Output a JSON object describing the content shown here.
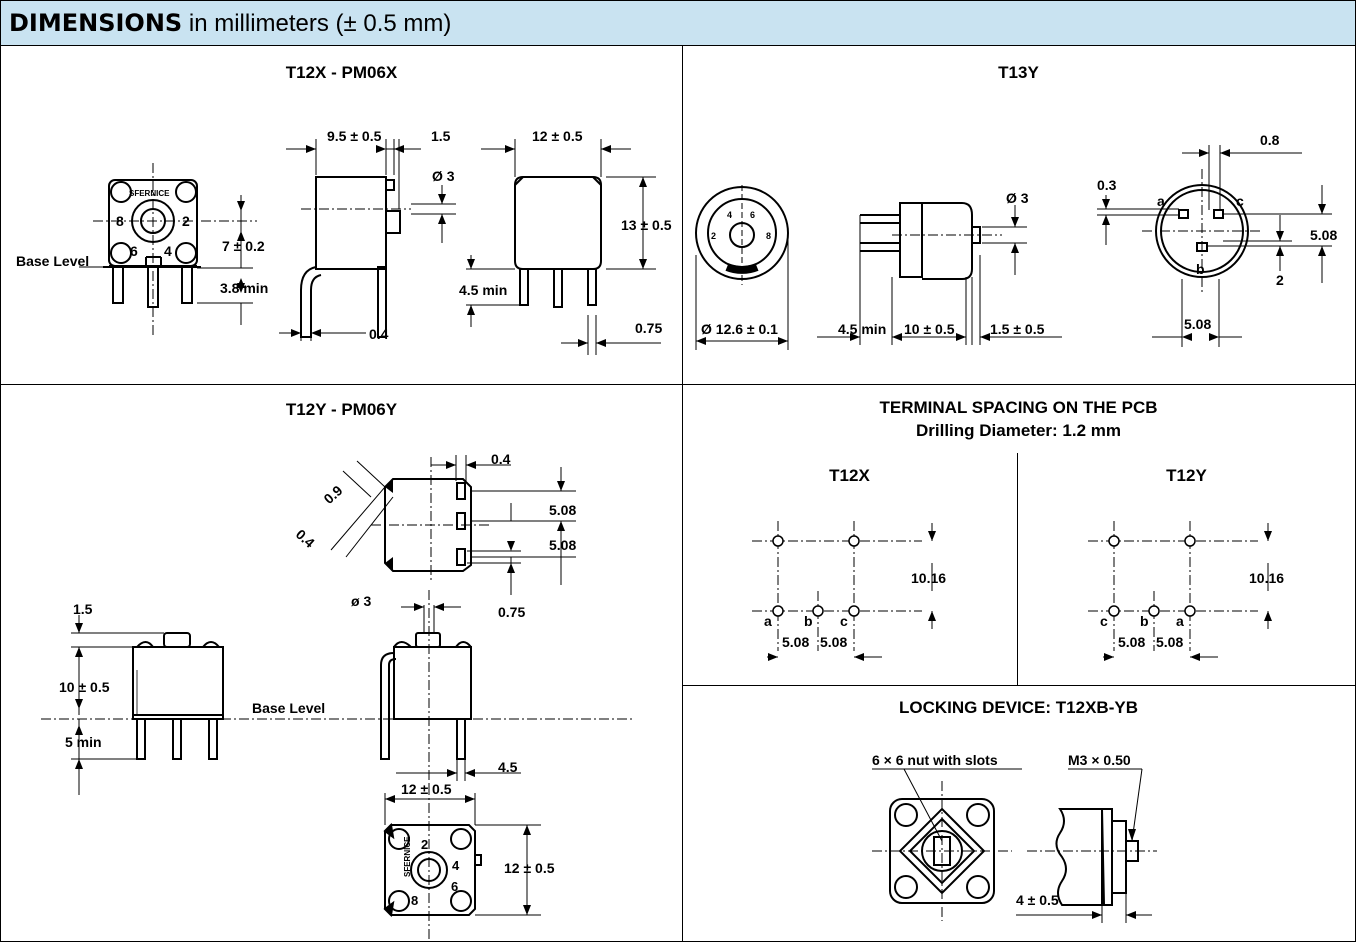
{
  "header": {
    "bold": "DIMENSIONS",
    "rest": " in millimeters (± 0.5 mm)"
  },
  "panel_t12x": {
    "title": "T12X - PM06X",
    "base_level": "Base Level",
    "dim_7": "7 ± 0.2",
    "dim_38": "3.8 min",
    "dim_95": "9.5 ± 0.5",
    "dim_15": "1.5",
    "dim_phi3": "Ø 3",
    "dim_04": "0.4",
    "dim_12": "12 ± 0.5",
    "dim_13": "13 ± 0.5",
    "dim_45": "4.5 min",
    "dim_075": "0.75",
    "brand": "SFERNICE",
    "dial": [
      "8",
      "2",
      "6",
      "4"
    ]
  },
  "panel_t13y": {
    "title": "T13Y",
    "dim_phi126": "Ø 12.6 ± 0.1",
    "dim_45": "4.5 min",
    "dim_10": "10 ± 0.5",
    "dim_15": "1.5 ± 0.5",
    "dim_phi3": "Ø 3",
    "dim_08": "0.8",
    "dim_03": "0.3",
    "dim_508a": "5.08",
    "dim_508b": "5.08",
    "dim_2": "2",
    "pin_a": "a",
    "pin_b": "b",
    "pin_c": "c",
    "dial": [
      "4",
      "6",
      "2",
      "8"
    ]
  },
  "panel_t12y": {
    "title": "T12Y - PM06Y",
    "dim_04": "0.4",
    "dim_09": "0.9",
    "dim_04b": "0.4",
    "dim_508a": "5.08",
    "dim_508b": "5.08",
    "dim_075": "0.75",
    "dim_phi3": "ø 3",
    "dim_15": "1.5",
    "dim_10": "10 ± 0.5",
    "dim_5": "5 min",
    "base_level": "Base Level",
    "dim_45": "4.5",
    "dim_12a": "12 ± 0.5",
    "dim_12b": "12 ± 0.5",
    "brand": "SFERNICE",
    "dial": [
      "2",
      "4",
      "6",
      "8"
    ]
  },
  "panel_spacing": {
    "title": "TERMINAL SPACING ON THE PCB",
    "subtitle": "Drilling Diameter: 1.2 mm",
    "left_title": "T12X",
    "right_title": "T12Y",
    "dim_1016": "10.16",
    "dim_508": "5.08",
    "left_pins": [
      "a",
      "b",
      "c"
    ],
    "right_pins": [
      "c",
      "b",
      "a"
    ]
  },
  "panel_locking": {
    "title": "LOCKING DEVICE: T12XB-YB",
    "nut_label": "6 × 6 nut with slots",
    "thread_label": "M3 × 0.50",
    "dim_4": "4 ± 0.5"
  }
}
